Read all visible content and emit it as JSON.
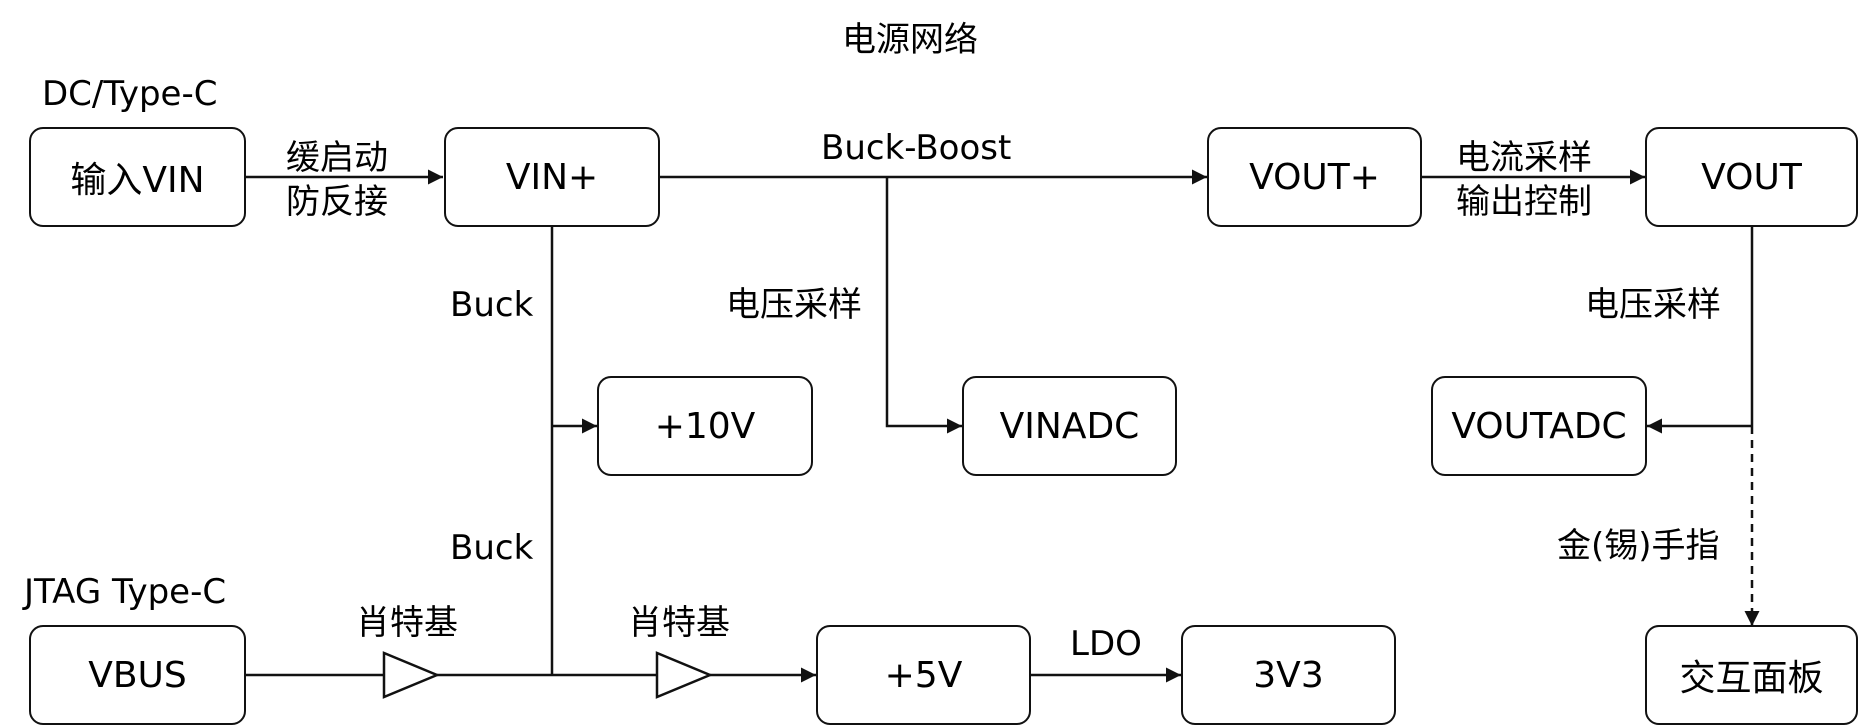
{
  "title": "电源网络",
  "groups": {
    "dc": "DC/Type-C",
    "jtag": "JTAG Type-C"
  },
  "nodes": {
    "vin_in": "输入VIN",
    "vin_plus": "VIN+",
    "vout_plus": "VOUT+",
    "vout": "VOUT",
    "p10v": "+10V",
    "vinadc": "VINADC",
    "voutadc": "VOUTADC",
    "vbus": "VBUS",
    "p5v": "+5V",
    "v3v3": "3V3",
    "panel": "交互面板"
  },
  "edges": {
    "soft_start_1": "缓启动",
    "soft_start_2": "防反接",
    "buck_boost": "Buck-Boost",
    "current_1": "电流采样",
    "current_2": "输出控制",
    "buck_top": "Buck",
    "buck_bottom": "Buck",
    "vsample_mid": "电压采样",
    "vsample_right": "电压采样",
    "gold_finger": "金(锡)手指",
    "schottky_1": "肖特基",
    "schottky_2": "肖特基",
    "ldo": "LDO"
  }
}
